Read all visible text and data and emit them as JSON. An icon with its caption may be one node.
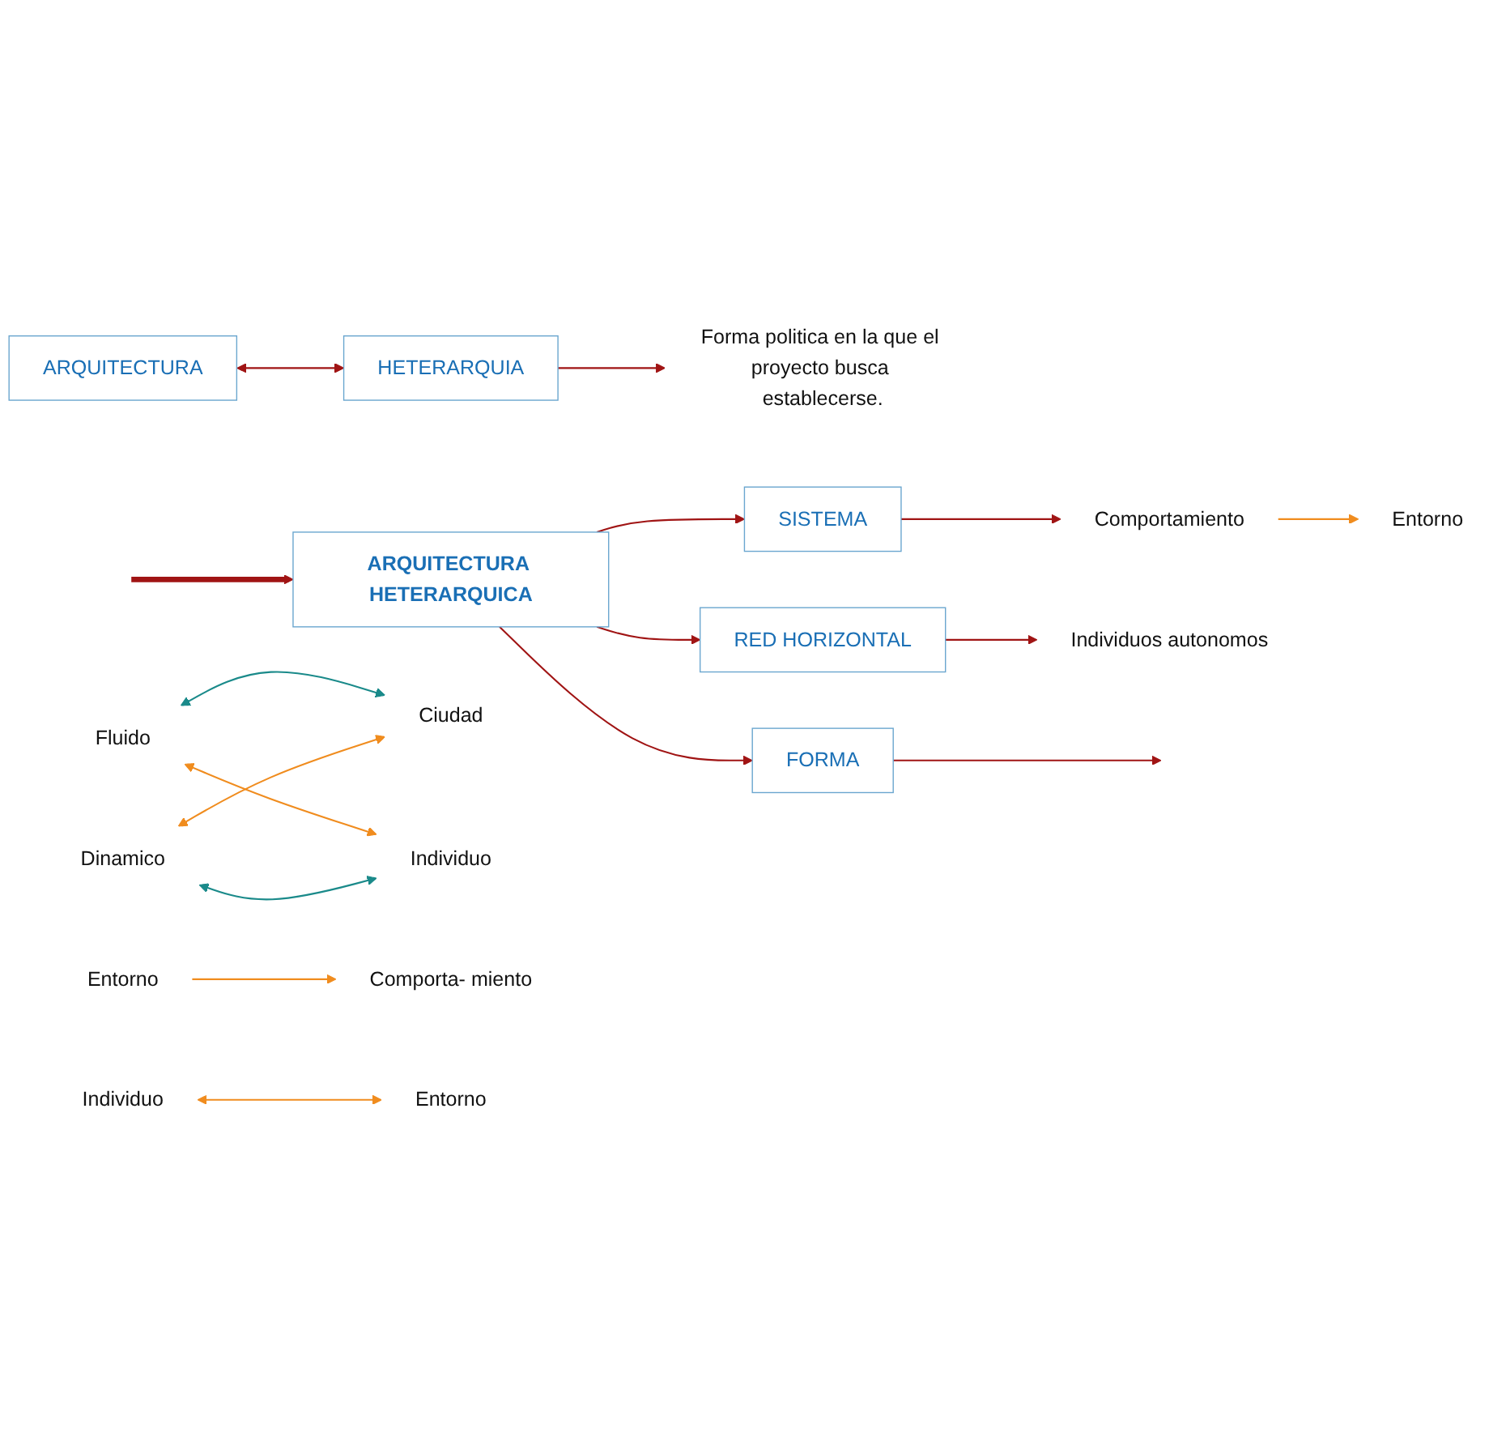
{
  "diagram": {
    "nodes": [
      {
        "text": [
          "ARQUITECTURA"
        ]
      },
      {
        "text": [
          "HETERARQUIA"
        ]
      },
      {
        "text": [
          "Forma politica en la que el proyecto busca establecerse."
        ]
      },
      {
        "text": [
          "ARQUITECTURA HETERARQUICA"
        ]
      },
      {
        "text": [
          "FORMA"
        ]
      },
      {
        "text": [
          "SISTEMA"
        ]
      },
      {
        "text": [
          "RED HORIZONTAL"
        ]
      },
      {
        "text": [
          "Fluido"
        ]
      },
      {
        "text": [
          "Ciudad"
        ]
      },
      {
        "text": [
          "Dinamico"
        ]
      },
      {
        "text": [
          "Individuo"
        ]
      },
      {
        "text": [
          "Comportamiento"
        ]
      },
      {
        "text": [
          "Entorno"
        ]
      },
      {
        "text": [
          "Entorno"
        ]
      },
      {
        "text": [
          "Comporta- miento"
        ]
      },
      {
        "text": [
          "Individuo"
        ]
      },
      {
        "text": [
          "Entorno"
        ]
      },
      {
        "text": [
          "Individuos autonomos"
        ]
      }
    ],
    "edges": [
      {
        "from": 0,
        "to": 1,
        "arrow": "both"
      },
      {
        "from": null,
        "to": 3,
        "arrow": "to",
        "style": "thick"
      },
      {
        "from": 1,
        "to": 2,
        "arrow": "to"
      },
      {
        "from": 3,
        "to": 4,
        "arrow": "to"
      },
      {
        "from": 3,
        "to": 5,
        "arrow": "to"
      },
      {
        "from": 3,
        "to": 6,
        "arrow": "to"
      },
      {
        "from": 4,
        "to": null,
        "arrow": "to"
      },
      {
        "from": 5,
        "to": 11,
        "arrow": "to"
      },
      {
        "from": 6,
        "to": 17,
        "arrow": "to"
      },
      {
        "from": 7,
        "to": 8,
        "arrow": "both",
        "color": "#1a8a8a"
      },
      {
        "from": 7,
        "to": 10,
        "arrow": "both",
        "color": "#f08c1e"
      },
      {
        "from": 9,
        "to": 8,
        "arrow": "both",
        "color": "#f08c1e"
      },
      {
        "from": 9,
        "to": 10,
        "arrow": "both",
        "color": "#1a8a8a"
      },
      {
        "from": 11,
        "to": 12,
        "arrow": "to",
        "color": "#f08c1e"
      },
      {
        "from": 13,
        "to": 14,
        "arrow": "to",
        "color": "#f08c1e"
      },
      {
        "from": 15,
        "to": 16,
        "arrow": "both",
        "color": "#f08c1e"
      }
    ]
  }
}
